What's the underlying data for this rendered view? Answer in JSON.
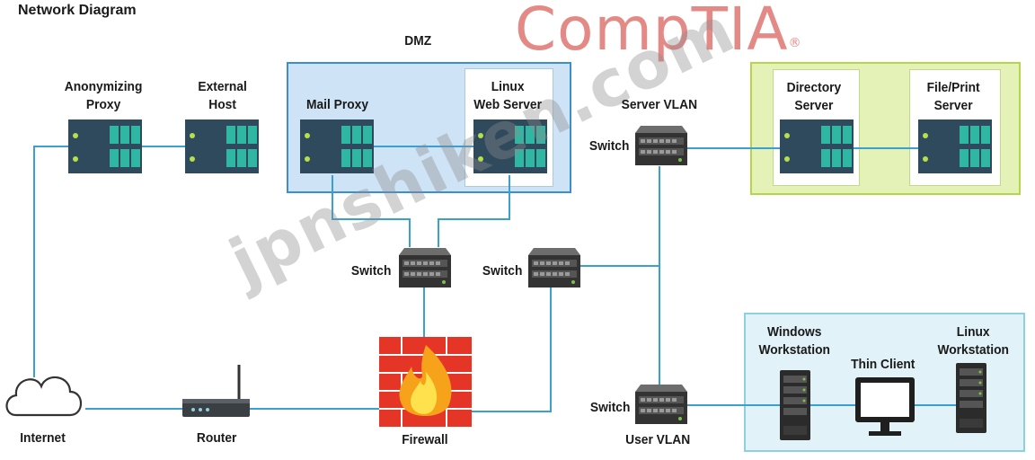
{
  "title": "Network Diagram",
  "logo": {
    "text": "CompTIA",
    "reg": "®",
    "color": "#e48a86"
  },
  "watermark": "jpnshiken.com",
  "zones": {
    "dmz": "DMZ",
    "server_vlan": "Server VLAN",
    "user_vlan": "User VLAN"
  },
  "nodes": {
    "anonymizing_proxy": "Anonymizing\nProxy",
    "external_host": "External\nHost",
    "mail_proxy": "Mail Proxy",
    "linux_web_server": "Linux\nWeb Server",
    "directory_server": "Directory\nServer",
    "file_print_server": "File/Print\nServer",
    "switch_server": "Switch",
    "switch_left": "Switch",
    "switch_mid": "Switch",
    "switch_user": "Switch",
    "internet": "Internet",
    "router": "Router",
    "firewall": "Firewall",
    "windows_workstation": "Windows\nWorkstation",
    "thin_client": "Thin Client",
    "linux_workstation": "Linux\nWorkstation"
  },
  "colors": {
    "link": "#3aa0cf",
    "dmz_fill": "#cfe3f6",
    "dmz_border": "#3b8fcf",
    "server_fill": "#e4f2b8",
    "server_border": "#b4d64a",
    "user_fill": "#e1f3f8",
    "user_border": "#8fd0e0",
    "server_body": "#2f4a5c",
    "server_bays": "#2fb7a4",
    "led": "#b6e04a",
    "firewall_red": "#e53526"
  },
  "icons": {
    "server": "rack-server-icon",
    "switch": "network-switch-icon",
    "cloud": "cloud-icon",
    "router": "router-icon",
    "firewall": "firewall-icon",
    "tower": "tower-pc-icon",
    "monitor": "monitor-icon"
  }
}
